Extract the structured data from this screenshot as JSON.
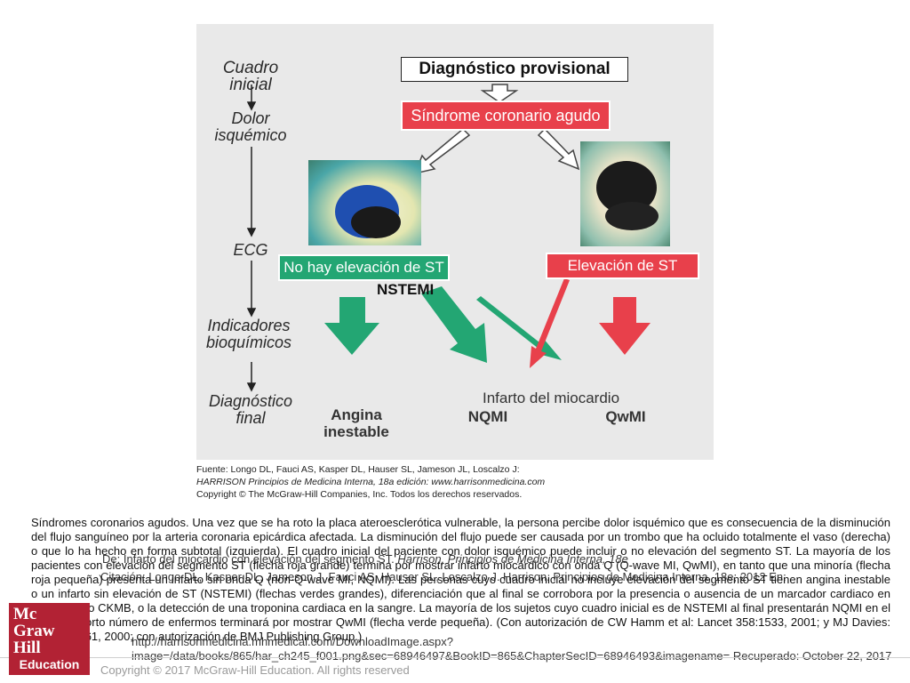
{
  "diagram": {
    "left_labels": {
      "cuadro_inicial": "Cuadro inicial",
      "dolor_isquemico": "Dolor\nisquémico",
      "ecg": "ECG",
      "indicadores": "Indicadores\nbioquímicos",
      "diagnostico_final": "Diagnóstico\nfinal"
    },
    "diagnostico_provisional": "Diagnóstico provisional",
    "sindrome": "Síndrome coronario agudo",
    "no_st": "No hay elevación de ST",
    "si_st": "Elevación de ST",
    "nstemi": "NSTEMI",
    "infarto": "Infarto del miocardio",
    "outcomes": {
      "angina": "Angina\ninestable",
      "nqmi": "NQMI",
      "qwmi": "QwMI"
    },
    "source": [
      "Fuente: Longo DL, Fauci AS, Kasper DL, Hauser SL, Jameson JL, Loscalzo J:",
      "HARRISON Principios de Medicina Interna, 18a edición: www.harrisonmedicina.com",
      "Copyright © The McGraw-Hill Companies, Inc. Todos los derechos reservados."
    ],
    "colors": {
      "red": "#e8404b",
      "green": "#23a673",
      "panel": "#e9e9e9"
    }
  },
  "caption": "Síndromes coronarios agudos. Una vez que se ha roto la placa ateroesclerótica vulnerable, la persona percibe dolor isquémico que es consecuencia de la disminución del flujo sanguíneo por la arteria coronaria epicárdica afectada. La disminución del flujo puede ser causada por un trombo que ha ocluido totalmente el vaso (derecha) o que lo ha hecho en forma subtotal (izquierda). El cuadro inicial del paciente con dolor isquémico puede incluir o no elevación del segmento ST. La mayoría de los pacientes con elevación del segmento ST (flecha roja grande) termina por mostrar infarto miocárdico con onda Q (Q-wave MI, QwMI), en tanto que una minoría (flecha roja pequeña) presenta un infarto sin onda Q (non-Q-wave MI, NQMI). Las personas cuyo cuadro inicial no incluye elevación del segmento ST tienen angina inestable o un infarto sin elevación de ST (NSTEMI) (flechas verdes grandes), diferenciación que al final se corrobora por la presencia o ausencia de un marcador cardiaco en suero, como CKMB, o la detección de una troponina cardiaca en la sangre. La mayoría de los sujetos cuyo cuadro inicial es de NSTEMI al final presentarán NQMI en el ECG; un corto número de enfermos terminará por mostrar QwMI (flecha verde pequeña). (Con autorización de CW Hamm et al: Lancet 358:1533, 2001; y MJ Davies: Heart 83:361, 2000; con autorización de BMJ Publishing Group.)",
  "overlay": {
    "line1_prefix": "De: Infarto del miocardio con elevación del segmento ST.",
    "line1_italic": "Harrison, Principios de Medicina Interna, 18e",
    "line2": "Citación: Longo DL, Kasper DL, Jameson J, Fauci AS, Hauser SL, Loscalzo J. Harrison. Principios de Medicina Interna, 18e; 2012 En:",
    "line3": "http://harrisonmedicina.mhmedical.com/DownloadImage.aspx?image=/data/books/865/har_ch245_f001.png&sec=68946497&BookID=865&ChapterSecID=68946493&imagename= Recuperado: October 22, 2017"
  },
  "logo": {
    "text": "Mc\nGraw\nHill",
    "education": "Education"
  },
  "copyright": "Copyright © 2017 McGraw-Hill Education. All rights reserved"
}
